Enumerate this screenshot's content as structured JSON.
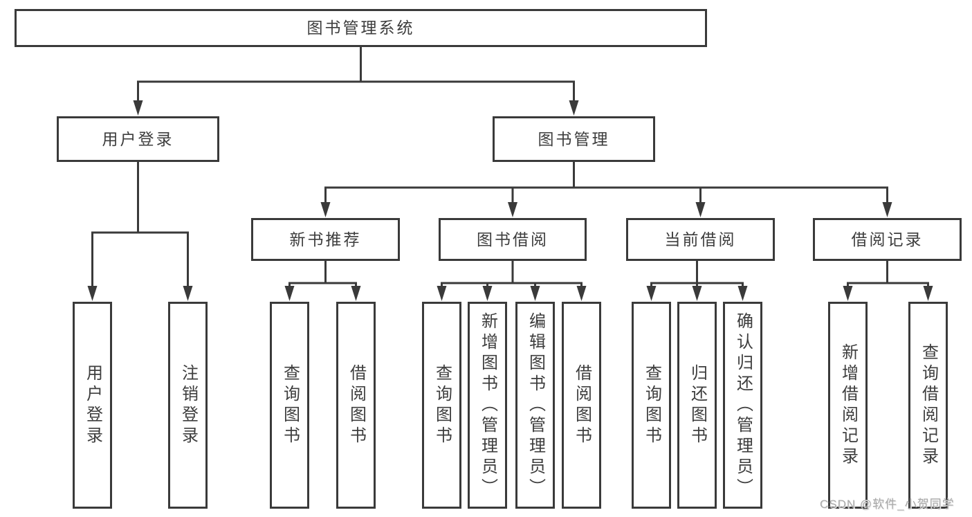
{
  "diagram": {
    "root": {
      "label": "图书管理系统"
    },
    "branches": [
      {
        "label": "用户登录",
        "leaves": [
          "用户登录",
          "注销登录"
        ]
      },
      {
        "label": "图书管理",
        "groups": [
          {
            "label": "新书推荐",
            "leaves": [
              "查询图书",
              "借阅图书"
            ]
          },
          {
            "label": "图书借阅",
            "leaves": [
              "查询图书",
              "新增图书（管理员）",
              "编辑图书（管理员）",
              "借阅图书"
            ]
          },
          {
            "label": "当前借阅",
            "leaves": [
              "查询图书",
              "归还图书",
              "确认归还（管理员）"
            ]
          },
          {
            "label": "借阅记录",
            "leaves": [
              "新增借阅记录",
              "查询借阅记录"
            ]
          }
        ]
      }
    ],
    "style": {
      "line_color": "#3a3a3a",
      "text_color": "#3d3d3d",
      "box_background": "#ffffff"
    }
  },
  "watermark": {
    "text": "CSDN @软件_小贺同学",
    "color": "#a9a9a9"
  }
}
